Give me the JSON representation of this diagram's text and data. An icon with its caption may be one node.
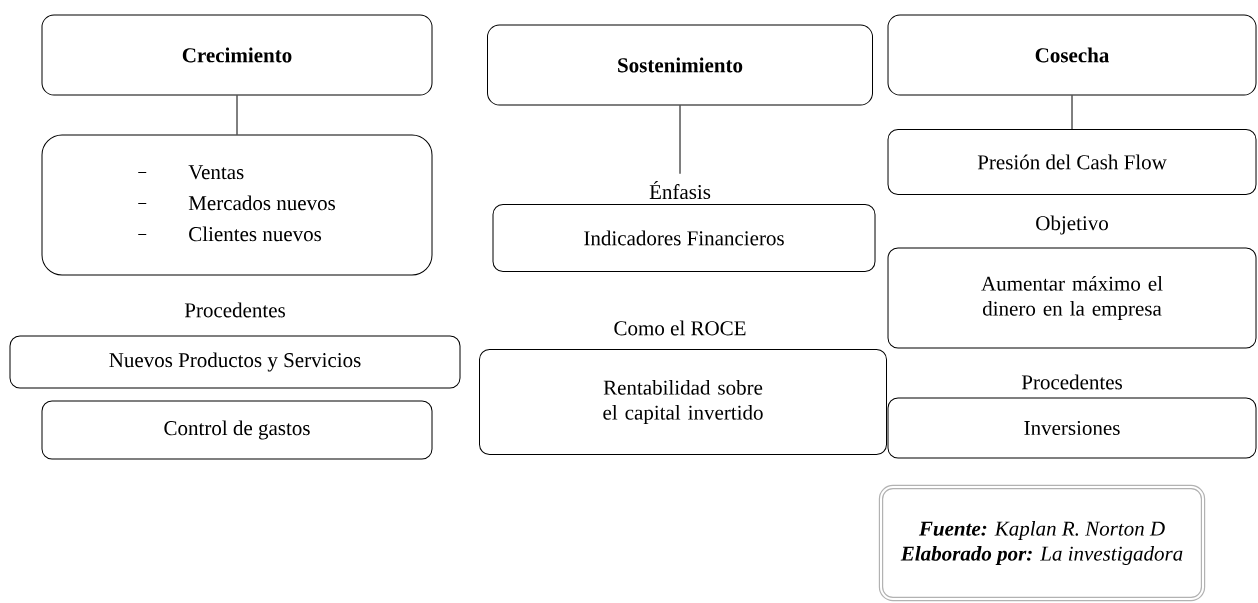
{
  "diagram": {
    "nodes": [
      {
        "text": [
          "Crecimiento"
        ]
      },
      {
        "text": [
          "Ventas",
          "Mercados nuevos",
          "Clientes nuevos"
        ]
      },
      {
        "text": [
          "Nuevos Productos y Servicios"
        ]
      },
      {
        "text": [
          "Control de gastos"
        ]
      },
      {
        "text": [
          "Sostenimiento"
        ]
      },
      {
        "text": [
          "Énfasis"
        ]
      },
      {
        "text": [
          "Indicadores Financieros"
        ]
      },
      {
        "text": [
          "Rentabilidad sobre el capital invertido"
        ]
      },
      {
        "text": [
          "Cosecha"
        ]
      },
      {
        "text": [
          "Presión del Cash Flow"
        ]
      },
      {
        "text": [
          "Aumentar máximo el dinero en la empresa"
        ]
      },
      {
        "text": [
          "Inversiones"
        ]
      },
      {
        "text": [
          "**Fuente:** Kaplan R. Norton D",
          "**Elaborado por:** La investigadora"
        ]
      }
    ],
    "edges": [
      {
        "from": 0,
        "to": 1,
        "arrow": "none"
      },
      {
        "from": 4,
        "to": 5,
        "arrow": "none"
      },
      {
        "from": 8,
        "to": 9,
        "arrow": "none"
      }
    ],
    "labels": [
      "Procedentes",
      "Como el ROCE",
      "Objetivo",
      "Procedentes"
    ]
  }
}
